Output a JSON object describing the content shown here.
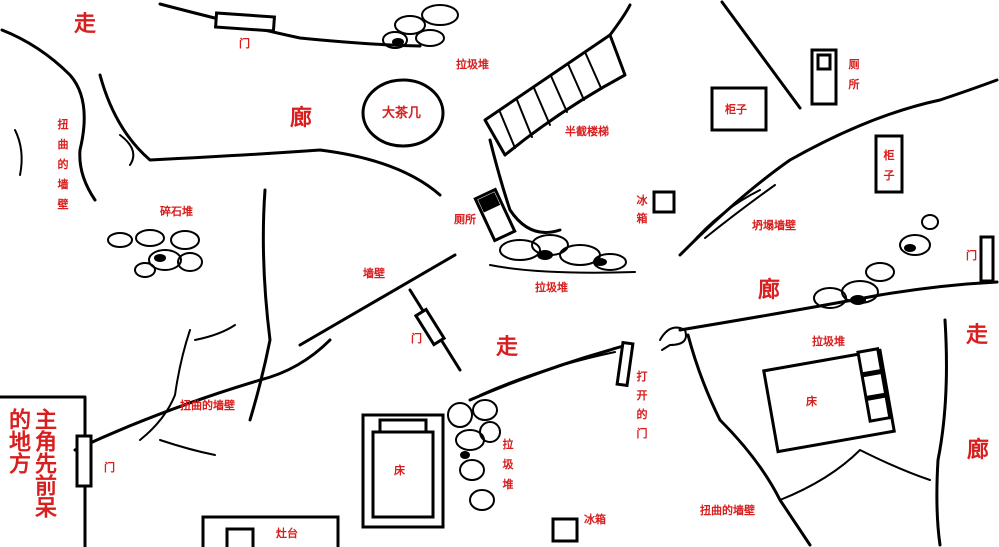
{
  "labels": {
    "corridor_walk_tl": "走",
    "corridor_lang_tl": "廊",
    "door_top": "门",
    "garbage_top": "拉圾堆",
    "big_table": "大茶几",
    "half_stairs": "半截楼梯",
    "twisted_wall_left": "扭曲的墙壁",
    "rubble": "碎石堆",
    "toilet_center": "厕所",
    "fridge_center": "冰箱",
    "collapsed_wall": "坍塌墙壁",
    "cabinet_1": "柜子",
    "toilet_right": "厕所",
    "cabinet_2": "柜子",
    "door_right": "门",
    "garbage_center": "拉圾堆",
    "corridor_lang_r": "廊",
    "wall_center": "墙壁",
    "door_center": "门",
    "corridor_walk_c": "走",
    "garbage_right": "拉圾堆",
    "corridor_walk_r": "走",
    "opened_door": "打开的门",
    "twisted_wall_bl": "扭曲的墙壁",
    "door_left": "门",
    "garbage_bottom": "拉圾堆",
    "bed_right": "床",
    "corridor_lang_br": "廊",
    "bed_bottom": "床",
    "stove": "灶台",
    "fridge_bottom": "冰箱",
    "twisted_wall_br": "扭曲的墙壁",
    "protagonist_place": "主角先前呆的地方"
  }
}
